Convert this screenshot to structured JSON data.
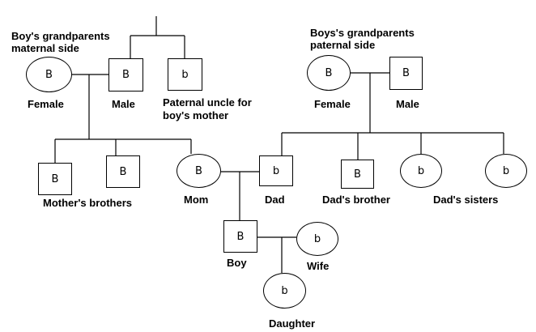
{
  "headings": {
    "maternal": [
      "Boy's grandparents",
      "maternal side"
    ],
    "paternal": [
      "Boys's grandparents",
      "paternal side"
    ]
  },
  "nodes": {
    "m_grandmother": {
      "allele": "B",
      "shape": "circle",
      "label": "Female"
    },
    "m_grandfather": {
      "allele": "B",
      "shape": "square",
      "label": "Male"
    },
    "uncle": {
      "allele": "b",
      "shape": "square",
      "label": [
        "Paternal uncle for",
        "boy's mother"
      ]
    },
    "p_grandmother": {
      "allele": "B",
      "shape": "circle",
      "label": "Female"
    },
    "p_grandfather": {
      "allele": "B",
      "shape": "square",
      "label": "Male"
    },
    "mothers_brother_1": {
      "allele": "B",
      "shape": "square"
    },
    "mothers_brother_2": {
      "allele": "B",
      "shape": "square"
    },
    "mothers_brothers_label": "Mother's brothers",
    "mom": {
      "allele": "B",
      "shape": "circle",
      "label": "Mom"
    },
    "dad": {
      "allele": "b",
      "shape": "square",
      "label": "Dad"
    },
    "dads_brother": {
      "allele": "B",
      "shape": "square",
      "label": "Dad's brother"
    },
    "dads_sister_1": {
      "allele": "b",
      "shape": "circle"
    },
    "dads_sister_2": {
      "allele": "b",
      "shape": "circle"
    },
    "dads_sisters_label": "Dad's sisters",
    "boy": {
      "allele": "B",
      "shape": "square",
      "label": "Boy"
    },
    "wife": {
      "allele": "b",
      "shape": "circle",
      "label": "Wife"
    },
    "daughter": {
      "allele": "b",
      "shape": "circle",
      "label": "Daughter"
    }
  },
  "colors": {
    "stroke": "#000000",
    "background": "#ffffff"
  }
}
